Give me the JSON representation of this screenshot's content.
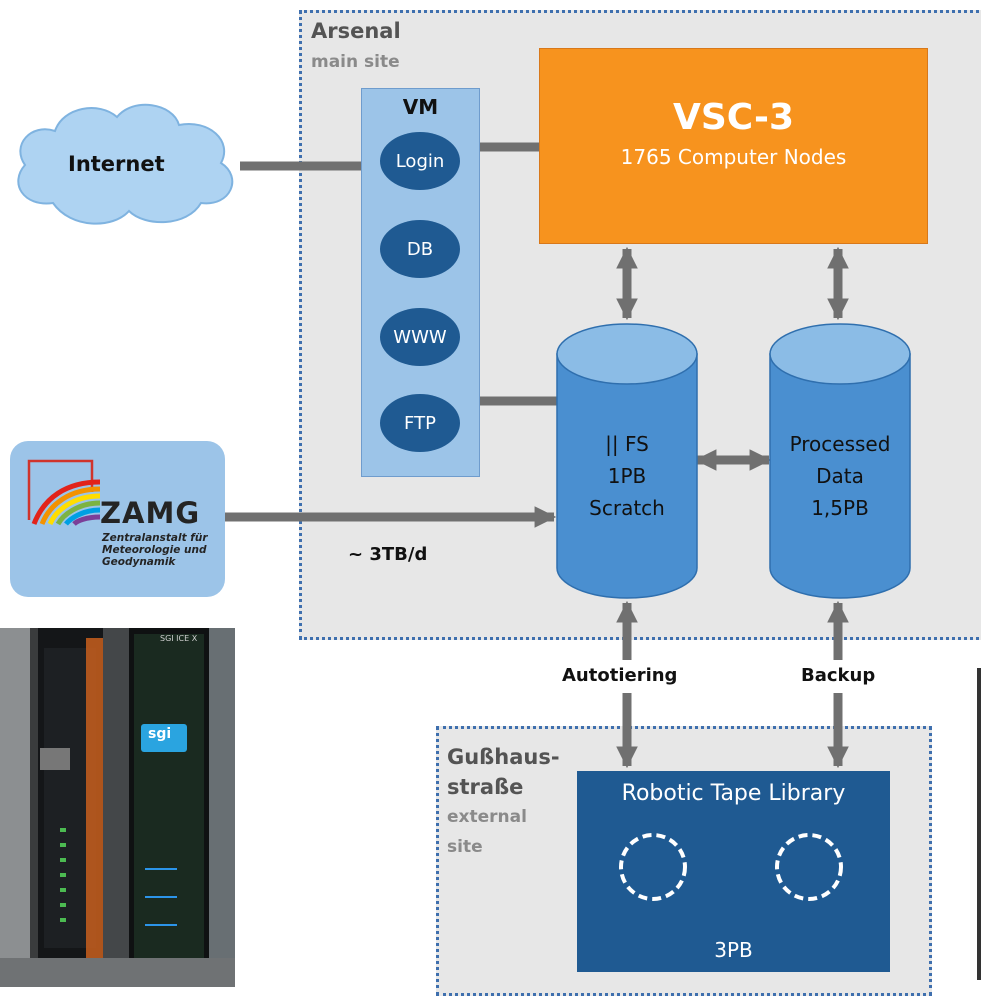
{
  "main_site": {
    "title": "Arsenal",
    "subtitle": "main site"
  },
  "vm": {
    "title": "VM",
    "items": [
      "Login",
      "DB",
      "WWW",
      "FTP"
    ]
  },
  "vsc": {
    "title": "VSC-3",
    "subtitle": "1765 Computer Nodes"
  },
  "scratch": {
    "lines": [
      "|| FS",
      "1PB",
      "Scratch"
    ]
  },
  "processed": {
    "lines": [
      "Processed",
      "Data",
      "1,5PB"
    ]
  },
  "internet": {
    "label": "Internet"
  },
  "zamg": {
    "name": "ZAMG",
    "lines": [
      "Zentralanstalt für",
      "Meteorologie und",
      "Geodynamik"
    ]
  },
  "links": {
    "zamg_rate": "~ 3TB/d",
    "autotiering": "Autotiering",
    "backup": "Backup"
  },
  "external_site": {
    "title_lines": [
      "Gußhaus-",
      "straße"
    ],
    "subtitle_lines": [
      "external",
      "site"
    ]
  },
  "tape": {
    "title": "Robotic Tape Library",
    "capacity": "3PB"
  },
  "photo": {
    "logo_text": "sgi",
    "model_text": "SGI ICE X"
  },
  "colors": {
    "vm_panel": "#9cc4e8",
    "vm_oval": "#1f5a92",
    "vsc": "#f7931e",
    "cylinder": "#4a8fd0",
    "cylinder_top": "#8bbce6",
    "arrow": "#707070",
    "site_border": "#3e6fae",
    "site_bg": "#e7e7e7"
  }
}
